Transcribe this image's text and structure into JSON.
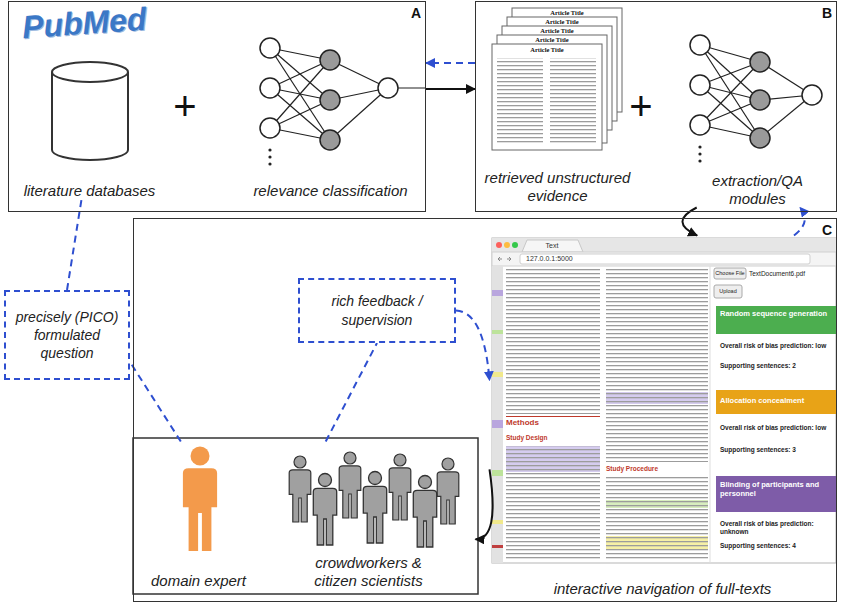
{
  "diagram": {
    "nodes": [
      {
        "text": [
          "A"
        ]
      },
      {
        "text": [
          "literature databases"
        ],
        "in": 0
      },
      {
        "text": [
          "relevance classification"
        ],
        "in": 0
      },
      {
        "text": [
          "B"
        ]
      },
      {
        "text": [
          "retrieved unstructured evidence"
        ],
        "in": 3
      },
      {
        "text": [
          "extraction/QA modules"
        ],
        "in": 3
      },
      {
        "text": [
          "C"
        ]
      },
      {
        "text": [
          "interactive navigation of full-texts"
        ],
        "in": 6
      },
      {
        "text": [
          "domain expert"
        ],
        "in": 6
      },
      {
        "text": [
          "crowdworkers & citizen scientists"
        ],
        "in": 6
      },
      {
        "text": [
          "precisely (PICO) formulated question"
        ]
      },
      {
        "text": [
          "rich feedback / supervision"
        ]
      }
    ],
    "edges": [
      {
        "from": 0,
        "to": 3,
        "arrow": "to"
      },
      {
        "from": 3,
        "to": 0,
        "arrow": "to"
      },
      {
        "from": 5,
        "to": 7,
        "arrow": "to"
      },
      {
        "from": 7,
        "to": 5,
        "arrow": "to"
      },
      {
        "from": 7,
        "to": 9,
        "arrow": "to"
      },
      {
        "from": 10,
        "to": 1,
        "arrow": "none"
      },
      {
        "from": 8,
        "to": 10,
        "arrow": "none"
      },
      {
        "from": 9,
        "to": 11,
        "arrow": "none"
      },
      {
        "from": 11,
        "to": 7,
        "arrow": "to"
      }
    ],
    "labels": [
      "PubMed",
      "+",
      "Article Title",
      "Article Title",
      "Article Title",
      "Article Title",
      "Article Title",
      "+",
      "Text",
      "127.0.0.1:5000",
      "Methods",
      "Study Design",
      "Study Procedure",
      "Choose File",
      "TextDocument6.pdf",
      "Upload",
      "Random sequence generation",
      "Overall risk of bias prediction: low",
      "Supporting sentences: 2",
      "Allocation concealment",
      "Overall risk of bias prediction: low",
      "Supporting sentences: 3",
      "Blinding of participants and personnel",
      "Overall risk of bias prediction: unknown",
      "Supporting sentences: 4"
    ]
  }
}
